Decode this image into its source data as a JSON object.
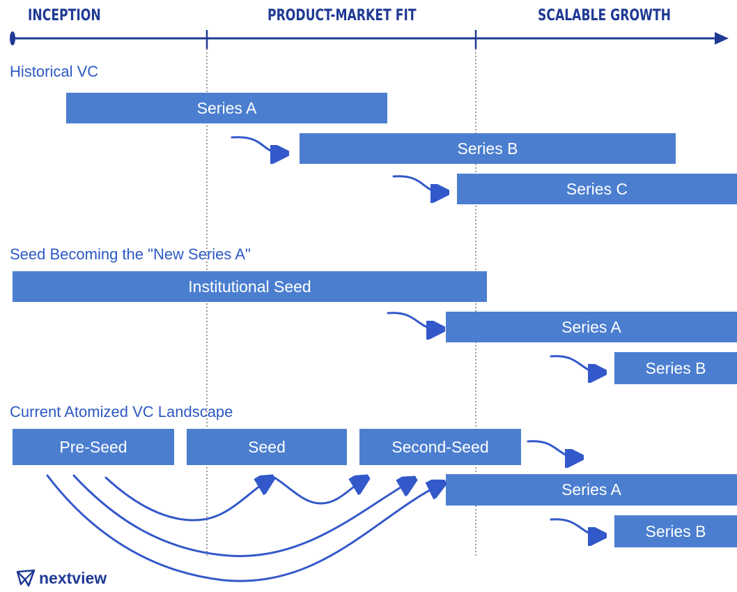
{
  "phases": {
    "inception": "INCEPTION",
    "pmf": "PRODUCT-MARKET FIT",
    "growth": "SCALABLE GROWTH"
  },
  "sections": {
    "historical": {
      "title": "Historical VC",
      "bars": [
        "Series A",
        "Series B",
        "Series C"
      ]
    },
    "seed": {
      "title": "Seed Becoming the \"New Series A\"",
      "bars": [
        "Institutional Seed",
        "Series A",
        "Series B"
      ]
    },
    "current": {
      "title": "Current Atomized VC Landscape",
      "bars": [
        "Pre-Seed",
        "Seed",
        "Second-Seed",
        "Series A",
        "Series B"
      ]
    }
  },
  "logo": {
    "text": "nextview",
    "icon": "paper-plane-icon"
  },
  "colors": {
    "bar": "#4b7ecf",
    "text_dark": "#1f3a93",
    "section_title": "#2b59c3",
    "arrow": "#3358c9"
  }
}
